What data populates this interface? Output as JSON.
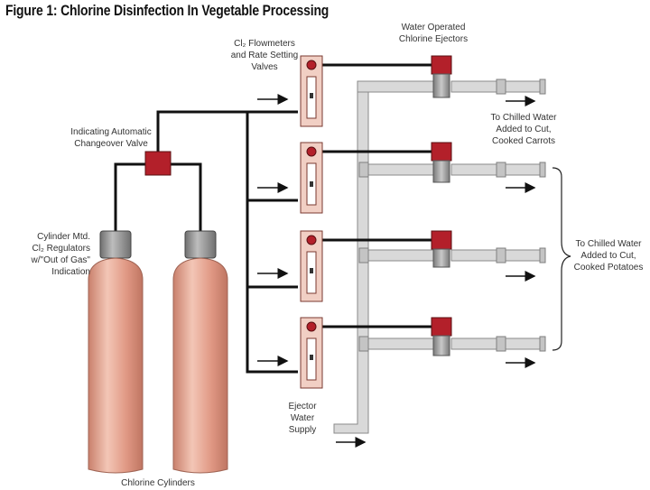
{
  "figure": {
    "title": "Figure 1: Chlorine Disinfection In Vegetable Processing"
  },
  "labels": {
    "flowmeters": "Cl₂ Flowmeters\nand Rate Setting\nValves",
    "ejectors": "Water Operated\nChlorine Ejectors",
    "changeover_valve": "Indicating Automatic\nChangeover Valve",
    "regulators": "Cylinder Mtd.\nCl₂ Regulators\nw/\"Out of Gas\"\nIndication",
    "carrots": "To Chilled Water\nAdded to Cut,\nCooked Carrots",
    "potatoes": "To Chilled Water\nAdded to Cut,\nCooked Potatoes",
    "ejector_supply": "Ejector\nWater\nSupply",
    "cylinders": "Chlorine Cylinders"
  },
  "colors": {
    "valve_red": "#b3202a",
    "pipe_gray": "#d6d6d6",
    "cylinder_pink": "#e4a08c",
    "line_black": "#111111"
  }
}
